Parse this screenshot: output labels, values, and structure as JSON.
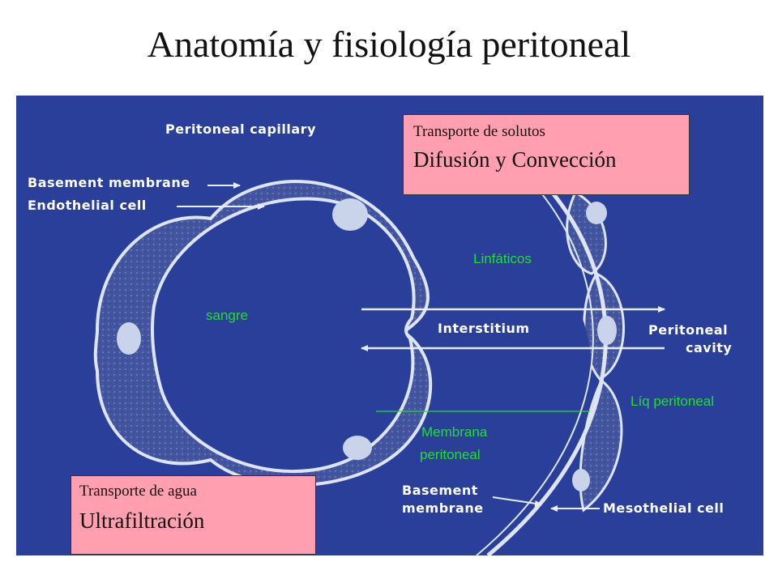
{
  "title": "Anatomía y fisiología peritoneal",
  "colors": {
    "panel": "#2a3f9a",
    "tissue": "#44559f",
    "outline": "#dde4f4",
    "nucleus": "#c9d3ea",
    "green_text": "#22dd33",
    "box_fill": "#ff9faf"
  },
  "diagram": {
    "labels": {
      "peritoneal_capillary": "Peritoneal capillary",
      "basement_membrane_top": "Basement membrane",
      "endothelial_cell": "Endothelial cell",
      "interstitium": "Interstitium",
      "peritoneal_cavity_line1": "Peritoneal",
      "peritoneal_cavity_line2": "cavity",
      "basement_membrane_bottom_line1": "Basement",
      "basement_membrane_bottom_line2": "membrane",
      "mesothelial_cell": "Mesothelial cell"
    },
    "annotations": {
      "sangre": "sangre",
      "linfaticos": "Linfáticos",
      "liq_peritoneal": "Líq peritoneal",
      "membrana_line1": "Membrana",
      "membrana_line2": "peritoneal"
    },
    "solute_box": {
      "heading": "Transporte de solutos",
      "emphasis": "Difusión y Convección"
    },
    "water_box": {
      "heading": "Transporte de agua",
      "emphasis": "Ultrafiltración"
    }
  }
}
